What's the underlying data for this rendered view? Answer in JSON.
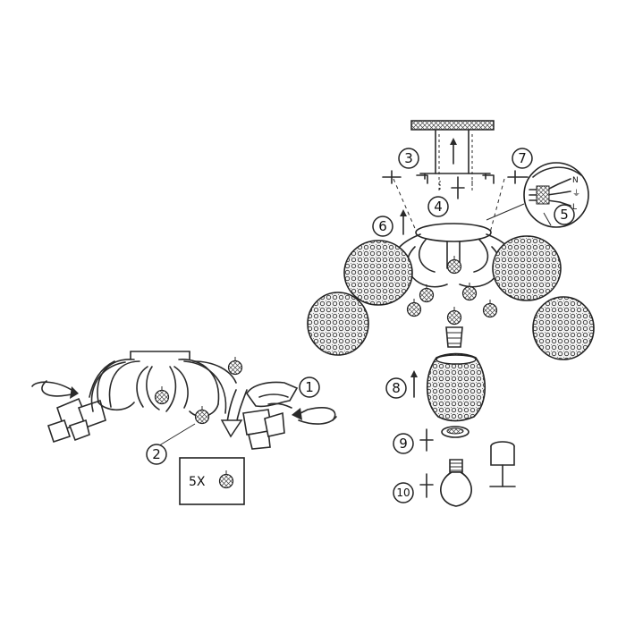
{
  "steps": {
    "s1": "1",
    "s2": "2",
    "s3": "3",
    "s4": "4",
    "s5": "5",
    "s6": "6",
    "s7": "7",
    "s8": "8",
    "s9": "9",
    "s10": "10"
  },
  "crystal_box": {
    "qty_label": "5X"
  },
  "wiring_labels": {
    "n": "N",
    "earth": "⏚",
    "l": "L"
  },
  "icons": {
    "ceiling_plate": "ceiling-plate",
    "globe_shade": "globe-shade",
    "crystal": "crystal-drop",
    "bulb": "light-bulb",
    "lamp_holder": "lamp-holder",
    "screw": "screw"
  }
}
